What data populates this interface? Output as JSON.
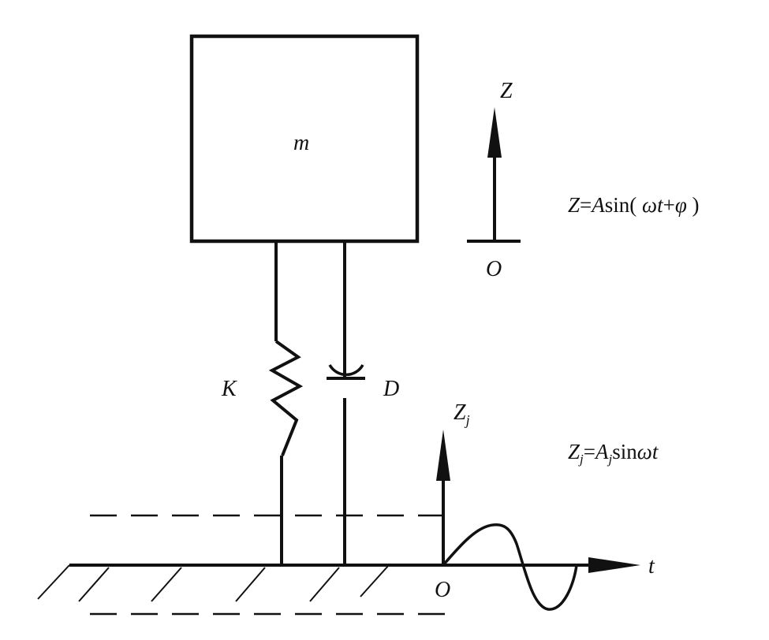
{
  "diagram": {
    "title": "Single-degree-of-freedom base-excited vibration model",
    "colors": {
      "stroke": "#111111",
      "background": "#ffffff"
    },
    "mass": {
      "label": "m"
    },
    "spring": {
      "label": "K"
    },
    "damper": {
      "label": "D"
    },
    "mass_axis": {
      "axis_label": "Z",
      "origin_label": "O"
    },
    "mass_equation": {
      "lhs": "Z",
      "eq": "=",
      "amp": "A",
      "fn": "sin",
      "arg_open": "( ",
      "omega": "ω",
      "t": "t",
      "plus": "+",
      "phi": "φ",
      "arg_close": " )"
    },
    "base_axis": {
      "axis_label": "Z",
      "axis_sub": "j",
      "origin_label": "O",
      "time_label": "t"
    },
    "base_equation": {
      "lhs": "Z",
      "lhs_sub": "j",
      "eq": "=",
      "amp": "A",
      "amp_sub": "j",
      "fn": "sin",
      "omega": "ω",
      "t": "t"
    }
  }
}
